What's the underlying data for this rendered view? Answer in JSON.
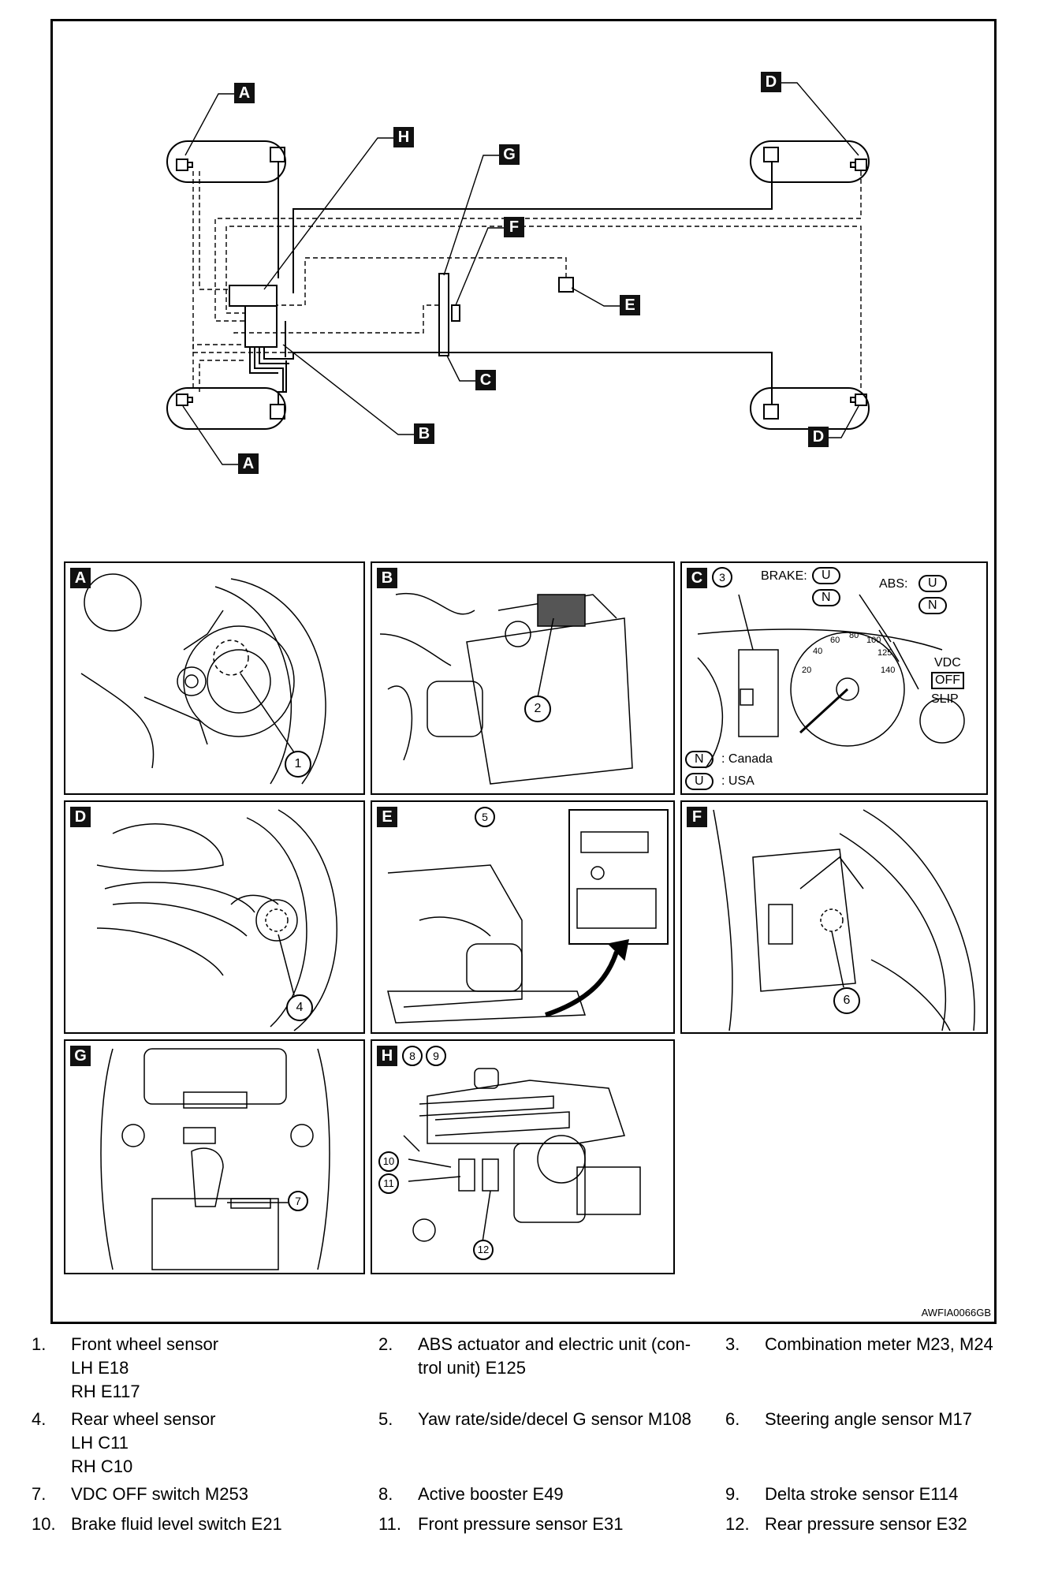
{
  "overview_labels": {
    "a_top": "A",
    "a_bottom": "A",
    "b": "B",
    "c": "C",
    "d_top": "D",
    "d_bottom": "D",
    "e": "E",
    "f": "F",
    "g": "G",
    "h": "H"
  },
  "panels": {
    "a": {
      "label": "A",
      "callouts": [
        "1"
      ]
    },
    "b": {
      "label": "B",
      "callouts": [
        "2"
      ]
    },
    "c": {
      "label": "C",
      "callouts": [
        "3"
      ],
      "brake": "BRAKE:",
      "abs": "ABS:",
      "u_code": "U",
      "n_code": "N",
      "vdc": "VDC",
      "off": "OFF",
      "slip": "SLIP",
      "canada": ": Canada",
      "usa": ": USA",
      "speed_ticks": [
        "20",
        "40",
        "60",
        "80",
        "100",
        "125",
        "140"
      ]
    },
    "d": {
      "label": "D",
      "callouts": [
        "4"
      ]
    },
    "e": {
      "label": "E",
      "callouts": [
        "5"
      ]
    },
    "f": {
      "label": "F",
      "callouts": [
        "6"
      ]
    },
    "g": {
      "label": "G",
      "callouts": [
        "7"
      ]
    },
    "h": {
      "label": "H",
      "callouts": [
        "8",
        "9",
        "10",
        "11",
        "12"
      ]
    }
  },
  "figure_code": "AWFIA0066GB",
  "legend": [
    {
      "num": "1.",
      "text": "Front wheel sensor\nLH E18\nRH E117"
    },
    {
      "num": "2.",
      "text": "ABS actuator and electric unit (con-\ntrol unit) E125"
    },
    {
      "num": "3.",
      "text": "Combination meter M23, M24"
    },
    {
      "num": "4.",
      "text": "Rear wheel sensor\nLH C11\nRH C10"
    },
    {
      "num": "5.",
      "text": "Yaw rate/side/decel G sensor M108"
    },
    {
      "num": "6.",
      "text": "Steering angle sensor M17"
    },
    {
      "num": "7.",
      "text": "VDC OFF switch M253"
    },
    {
      "num": "8.",
      "text": "Active booster E49"
    },
    {
      "num": "9.",
      "text": "Delta stroke sensor E114"
    },
    {
      "num": "10.",
      "text": "Brake fluid level switch E21"
    },
    {
      "num": "11.",
      "text": "Front pressure sensor E31"
    },
    {
      "num": "12.",
      "text": "Rear pressure sensor E32"
    }
  ]
}
